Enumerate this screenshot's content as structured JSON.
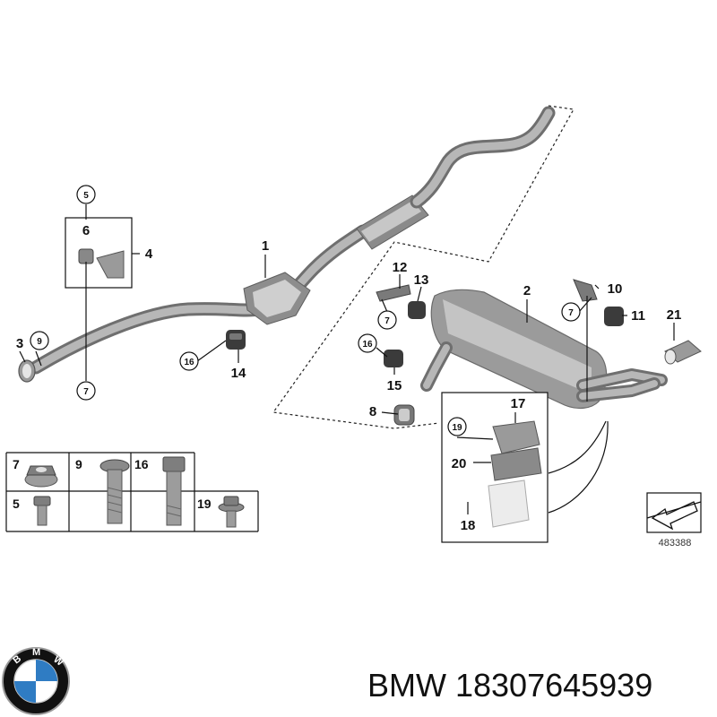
{
  "callouts": {
    "c1": "1",
    "c2": "2",
    "c3": "3",
    "c4": "4",
    "c5": "5",
    "c6": "6",
    "c7a": "7",
    "c7b": "7",
    "c7c": "7",
    "c8": "8",
    "c9": "9",
    "c10": "10",
    "c11": "11",
    "c12": "12",
    "c13": "13",
    "c14": "14",
    "c15": "15",
    "c16a": "16",
    "c16b": "16",
    "c17": "17",
    "c18": "18",
    "c19": "19",
    "c20": "20",
    "c21": "21"
  },
  "fastener_grid": {
    "g7": "7",
    "g9": "9",
    "g16": "16",
    "g5": "5",
    "g19": "19"
  },
  "reference_number": "483388",
  "brand_label": "BMW 18307645939",
  "logo_letters": "BMW",
  "colors": {
    "metal_dark": "#6f6f6f",
    "metal_light": "#b7b7b7",
    "logo_blue": "#2f7cc3",
    "logo_ring": "#111111"
  }
}
